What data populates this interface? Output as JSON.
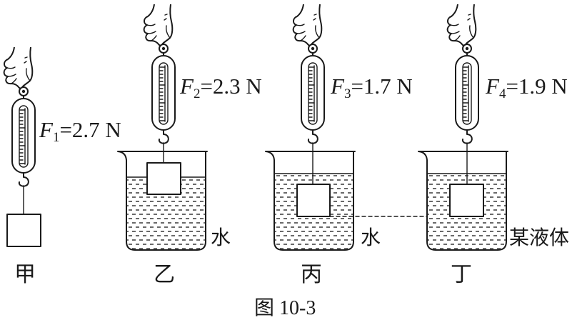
{
  "colors": {
    "ink": "#1a1a1a",
    "background": "#ffffff"
  },
  "setups": [
    {
      "label": "甲",
      "force": {
        "var": "F",
        "sub": "1",
        "eq": "=2.7 N"
      }
    },
    {
      "label": "乙",
      "force": {
        "var": "F",
        "sub": "2",
        "eq": "=2.3 N"
      },
      "liquid": "水"
    },
    {
      "label": "丙",
      "force": {
        "var": "F",
        "sub": "3",
        "eq": "=1.7 N"
      },
      "liquid": "水"
    },
    {
      "label": "丁",
      "force": {
        "var": "F",
        "sub": "4",
        "eq": "=1.9 N"
      },
      "liquid": "某液体"
    }
  ],
  "caption": "图 10-3"
}
